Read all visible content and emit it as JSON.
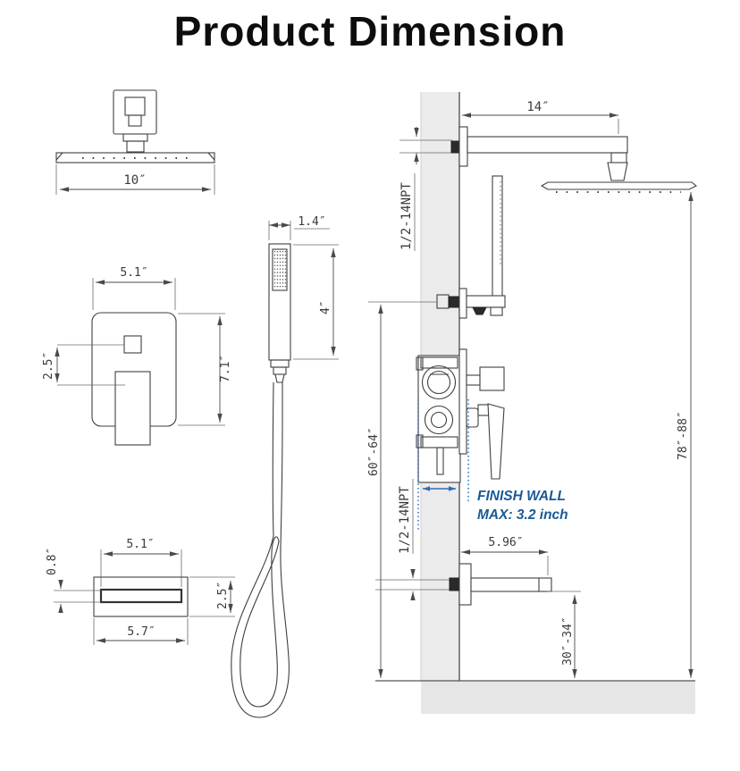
{
  "title": "Product Dimension",
  "colors": {
    "line": "#3f3f3f",
    "wall_fill": "#ebebeb",
    "floor_fill": "#e6e6e6",
    "accent_blue_text": "#1a5a96",
    "accent_blue_marks": "#2e6db6"
  },
  "labels": {
    "head_width": "10″",
    "valve_width": "5.1″",
    "valve_height": "7.1″",
    "valve_offset": "2.5″",
    "hand_width": "1.4″",
    "hand_length": "4″",
    "spout_inner_width": "5.1″",
    "spout_lip": "0.8″",
    "spout_height": "2.5″",
    "spout_width": "5.7″",
    "arm_length": "14″",
    "npt_top": "1/2-14NPT",
    "npt_bottom": "1/2-14NPT",
    "valve_mount_height": "60″-64″",
    "head_mount_height": "78″-88″",
    "spout_mount_height": "30″-34″",
    "spout_reach": "5.96″",
    "finish_wall_line1": "FINISH WALL",
    "finish_wall_line2": "MAX: 3.2 inch"
  }
}
